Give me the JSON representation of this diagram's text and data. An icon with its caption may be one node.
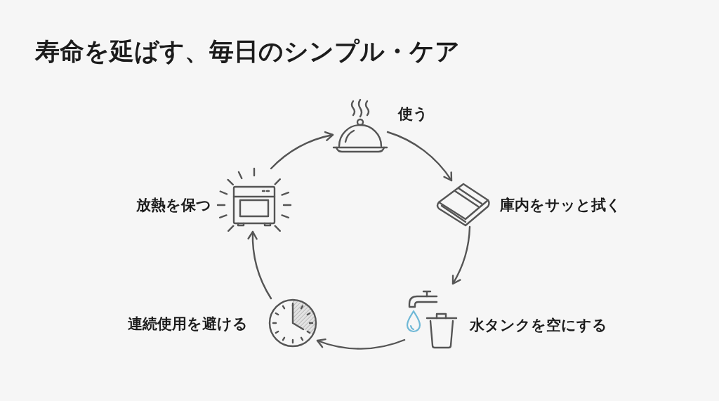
{
  "diagram": {
    "title": "寿命を延ばす、毎日のシンプル・ケア",
    "nodes": [
      {
        "text": [],
        "shape": "picture",
        "beside": [
          "使う"
        ]
      },
      {
        "text": [],
        "shape": "picture",
        "beside": [
          "庫内をサッと拭く"
        ]
      },
      {
        "text": [],
        "shape": "picture",
        "beside": [
          "水タンクを空にする"
        ]
      },
      {
        "text": [],
        "shape": "picture",
        "beside": [
          "連続使用を避ける"
        ]
      },
      {
        "text": [],
        "shape": "picture",
        "beside": [
          "放熱を保つ"
        ]
      }
    ],
    "edges": [
      {
        "from": 0,
        "to": 1,
        "arrow": "to"
      },
      {
        "from": 1,
        "to": 2,
        "arrow": "to"
      },
      {
        "from": 2,
        "to": 3,
        "arrow": "to"
      },
      {
        "from": 3,
        "to": 4,
        "arrow": "to"
      },
      {
        "from": 4,
        "to": 0,
        "arrow": "to"
      }
    ]
  }
}
